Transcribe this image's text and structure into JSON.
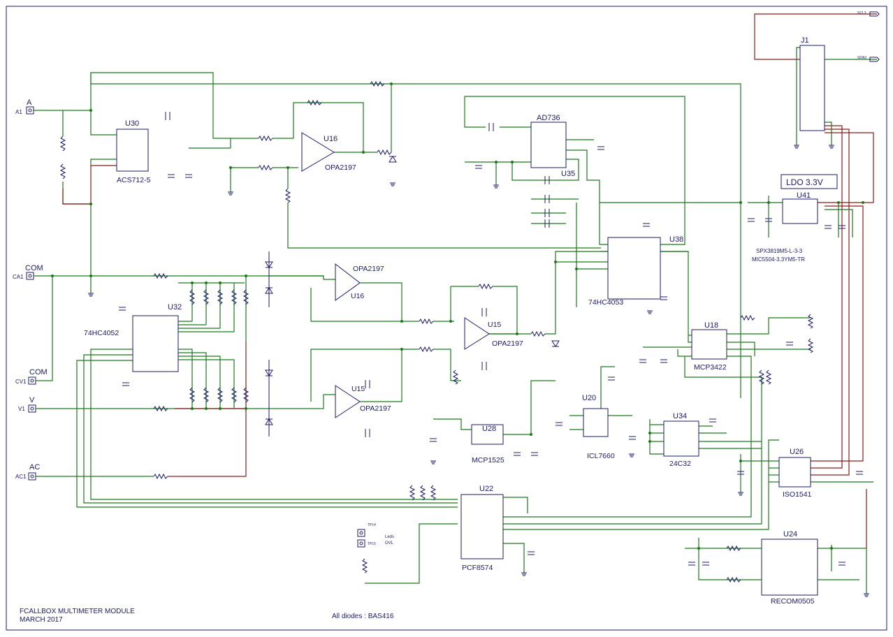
{
  "connectors": {
    "a": {
      "name": "A",
      "net": "A1"
    },
    "com": {
      "name": "COM",
      "net": "CA1"
    },
    "com2": {
      "name": "COM",
      "net": "CV1"
    },
    "v": {
      "name": "V",
      "net": "V1"
    },
    "ac": {
      "name": "AC",
      "net": "AC1"
    }
  },
  "parts": {
    "u30": {
      "ref": "U30",
      "value": "ACS712-5"
    },
    "u16": {
      "ref": "U16",
      "value": "OPA2197"
    },
    "u16b": {
      "ref": "U16",
      "value": "OPA2197"
    },
    "u15": {
      "ref": "U15",
      "value": "OPA2197"
    },
    "u15b": {
      "ref": "U15",
      "value": "OPA2197"
    },
    "u32": {
      "ref": "U32",
      "value": "74HC4052"
    },
    "u35": {
      "ref": "U35",
      "value": "AD736"
    },
    "u38": {
      "ref": "U38",
      "value": "74HC4053"
    },
    "u41": {
      "ref": "U41",
      "value": "LDO 3.3V",
      "part1": "SPX3819M5-L-3-3",
      "part2": "MIC5504-3.3YM5-TR"
    },
    "u18": {
      "ref": "U18",
      "value": "MCP3422"
    },
    "u20": {
      "ref": "U20",
      "value": "ICL7660"
    },
    "u28": {
      "ref": "U28",
      "value": "MCP1525"
    },
    "u34": {
      "ref": "U34",
      "value": "24C32"
    },
    "u26": {
      "ref": "U26",
      "value": "ISO1541"
    },
    "u22": {
      "ref": "U22",
      "value": "PCF8574"
    },
    "u24": {
      "ref": "U24",
      "value": "RECOM0505"
    },
    "j1": {
      "ref": "J1"
    }
  },
  "nets": {
    "scl3": "SCL3",
    "sda3": "SDA3"
  },
  "test_points": {
    "tp14": "TP14",
    "tp15": "TP15"
  },
  "leds": {
    "label": "Leds",
    "ovl": "OVL"
  },
  "footer": {
    "title": "FCALLBOX MULTIMETER MODULE",
    "date": "MARCH 2017",
    "diodes_note": "All diodes : BAS416"
  },
  "colors": {
    "wire": "#1a7a1a",
    "wire_alt": "#8a1a1a",
    "component": "#1a1a6a"
  }
}
